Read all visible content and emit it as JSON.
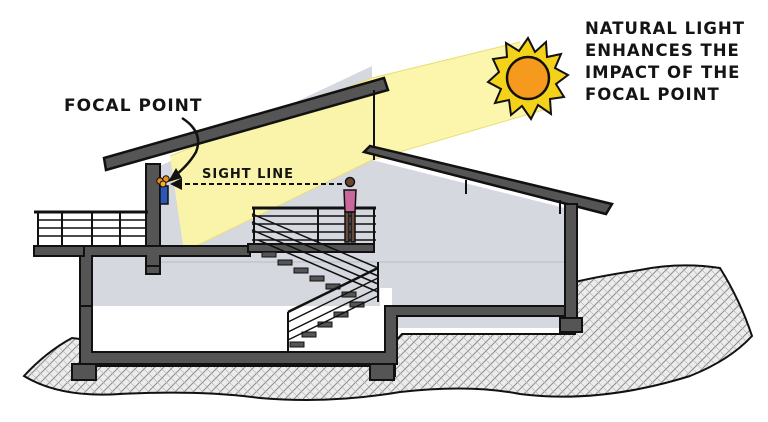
{
  "labels": {
    "focal_point": "FOCAL POINT",
    "sight_line": "SIGHT LINE",
    "callout_lines": [
      "NATURAL LIGHT",
      "ENHANCES THE",
      "IMPACT OF THE",
      "FOCAL POINT"
    ]
  },
  "colors": {
    "sky_light_beam": "#fbf5a6",
    "interior_wall": "#d5d8df",
    "structure": "#555555",
    "outline": "#111111",
    "sun_fill": "#f59a1c",
    "sun_rays": "#f5d21a",
    "person_shirt": "#c9679a",
    "ground": "#ebebeb"
  }
}
